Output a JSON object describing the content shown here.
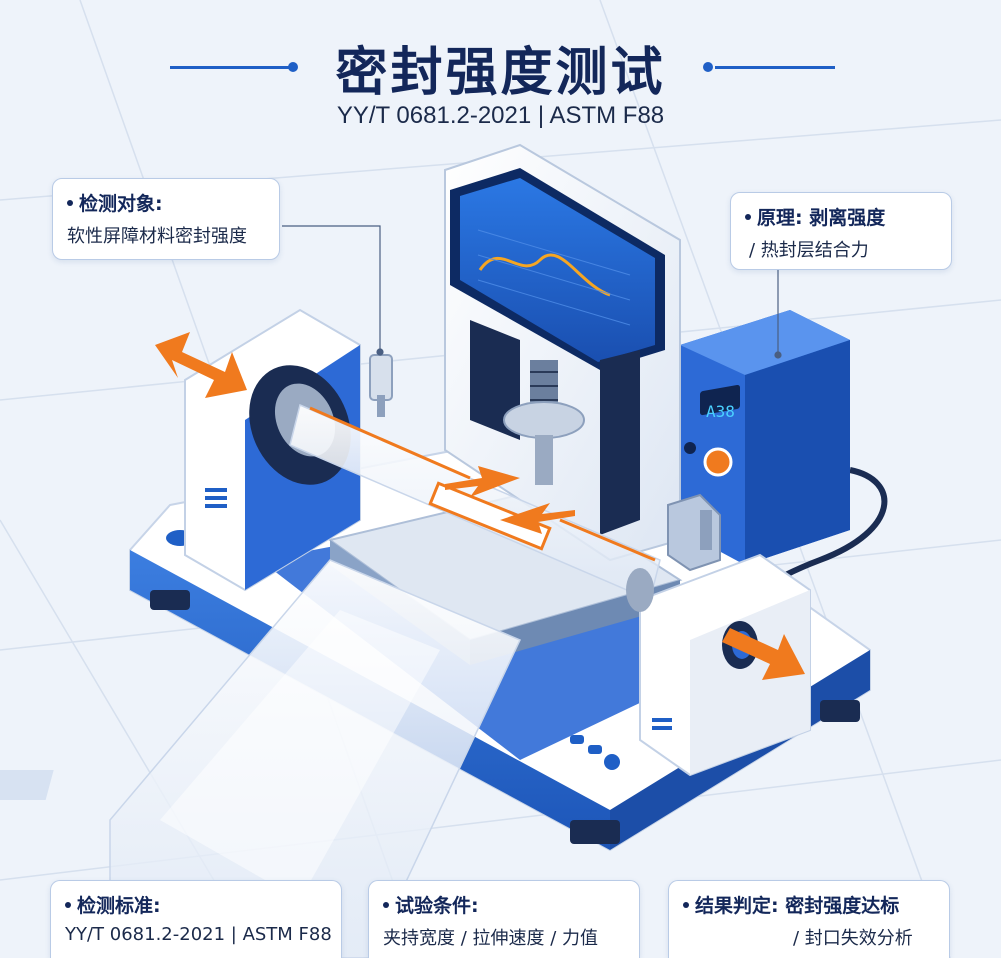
{
  "header": {
    "title": "密封强度测试",
    "subtitle": "YY/T 0681.2-2021 | ASTM F88"
  },
  "callouts": {
    "object": {
      "label": "检测对象:",
      "text": "软性屏障材料密封强度"
    },
    "principle": {
      "label": "原理: 剥离强度",
      "text": "/ 热封层结合力"
    },
    "standard": {
      "label": "检测标准:",
      "text": "YY/T 0681.2-2021 | ASTM F88"
    },
    "conditions": {
      "label": "试验条件:",
      "text": "夹持宽度 / 拉伸速度 / 力值"
    },
    "result": {
      "label": "结果判定: 密封强度达标",
      "text": "/ 封口失效分析"
    }
  },
  "colors": {
    "primary_blue": "#1f5fc6",
    "navy": "#13275a",
    "accent_orange": "#f07a1e",
    "background": "#eef3fa"
  },
  "icons": [
    "double-arrow-icon",
    "arrow-icon",
    "knob-icon",
    "screen-icon"
  ]
}
